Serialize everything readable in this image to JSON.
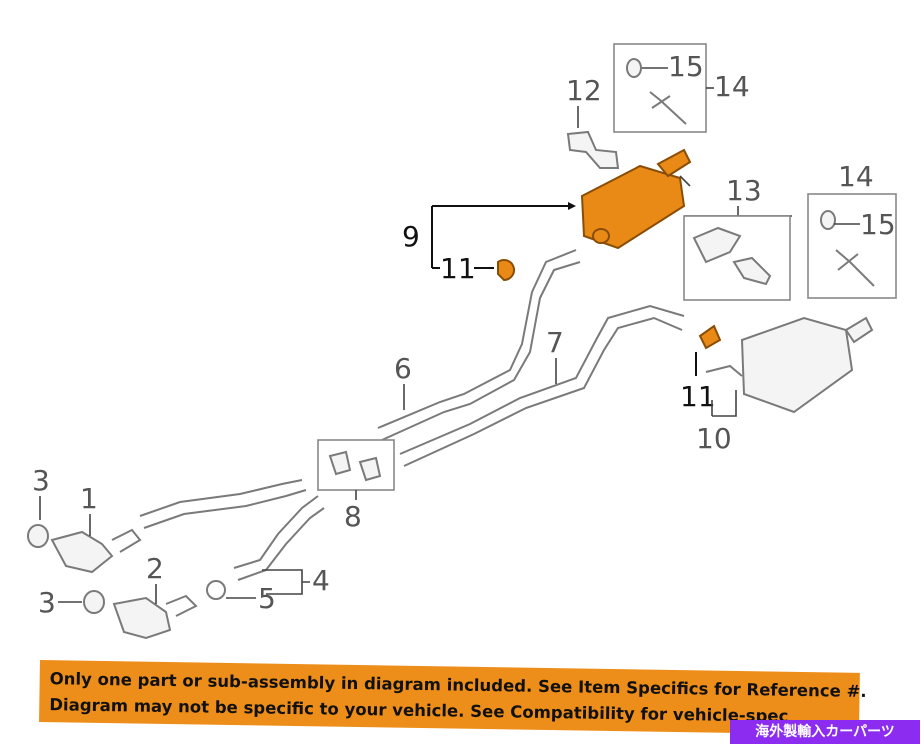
{
  "callouts": {
    "c1": "1",
    "c2": "2",
    "c3a": "3",
    "c3b": "3",
    "c4": "4",
    "c5": "5",
    "c6": "6",
    "c7": "7",
    "c8": "8",
    "c9": "9",
    "c10": "10",
    "c11a": "11",
    "c11b": "11",
    "c12": "12",
    "c13": "13",
    "c14a": "14",
    "c14b": "14",
    "c15a": "15",
    "c15b": "15"
  },
  "disclaimer": {
    "line1": "Only one part or sub-assembly in diagram included. See Item Specifics for Reference #.",
    "line2": "Diagram may not be specific to your vehicle. See Compatibility for vehicle-spec"
  },
  "badge": "海外製輸入カーパーツ",
  "colors": {
    "highlight": "#e98a16",
    "disclaimer_bg": "#ee8e1a",
    "badge_bg": "#8b2cf0"
  }
}
